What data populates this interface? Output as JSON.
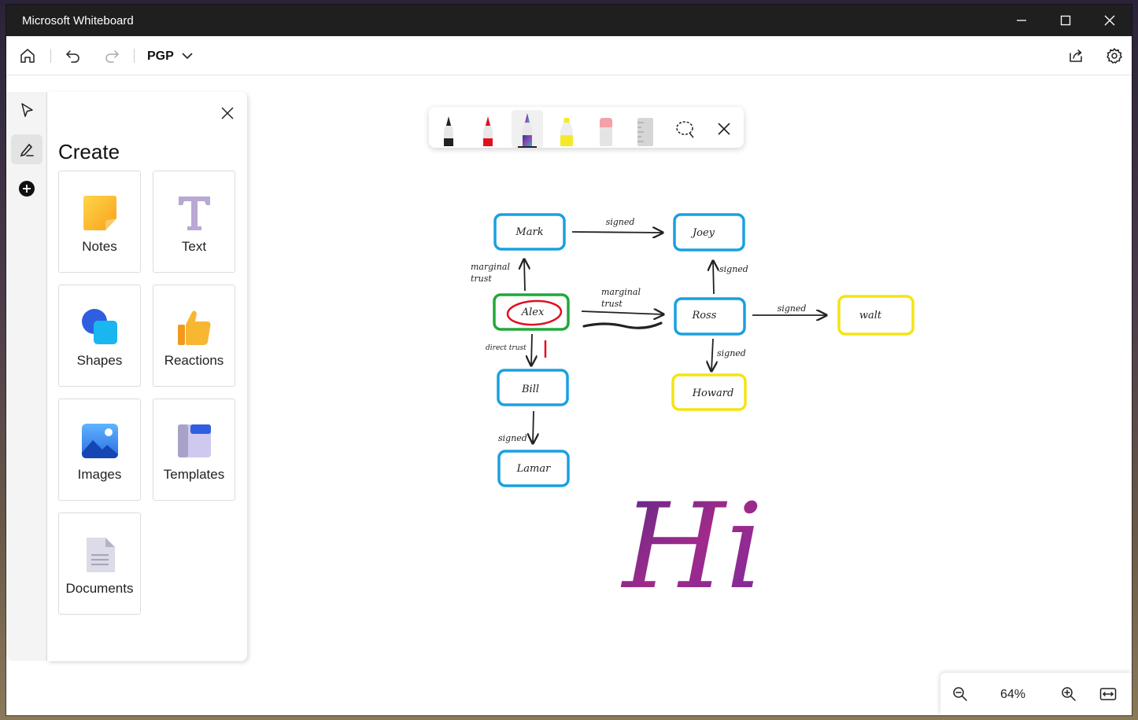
{
  "window": {
    "title": "Microsoft Whiteboard"
  },
  "toolbar": {
    "board_name": "PGP"
  },
  "panel": {
    "title": "Create",
    "tiles": [
      {
        "label": "Notes",
        "icon": "sticky-note-icon"
      },
      {
        "label": "Text",
        "icon": "text-icon"
      },
      {
        "label": "Shapes",
        "icon": "shapes-icon"
      },
      {
        "label": "Reactions",
        "icon": "thumbs-up-icon"
      },
      {
        "label": "Images",
        "icon": "image-icon"
      },
      {
        "label": "Templates",
        "icon": "templates-icon"
      },
      {
        "label": "Documents",
        "icon": "document-icon"
      }
    ]
  },
  "pens": [
    {
      "name": "black-pen",
      "color": "#222222"
    },
    {
      "name": "red-pen",
      "color": "#e01020"
    },
    {
      "name": "galaxy-pen",
      "color": "#6a4fa0",
      "selected": true
    },
    {
      "name": "yellow-highlighter",
      "color": "#f5ea2a"
    },
    {
      "name": "eraser",
      "color": "#f4a0a8"
    },
    {
      "name": "ruler",
      "color": "#d6d6d6"
    }
  ],
  "diagram": {
    "nodes": [
      {
        "id": "mark",
        "label": "Mark",
        "color": "#1aa0e0"
      },
      {
        "id": "joey",
        "label": "Joey",
        "color": "#1aa0e0"
      },
      {
        "id": "alex",
        "label": "Alex",
        "color": "#22a83a"
      },
      {
        "id": "ross",
        "label": "Ross",
        "color": "#1aa0e0"
      },
      {
        "id": "walt",
        "label": "walt",
        "color": "#f4e413"
      },
      {
        "id": "bill",
        "label": "Bill",
        "color": "#1aa0e0"
      },
      {
        "id": "howard",
        "label": "Howard",
        "color": "#f4e413"
      },
      {
        "id": "lamar",
        "label": "Lamar",
        "color": "#1aa0e0"
      }
    ],
    "edges": [
      {
        "from": "mark",
        "to": "joey",
        "label": "signed"
      },
      {
        "from": "alex",
        "to": "mark",
        "label_line1": "marginal",
        "label_line2": "trust"
      },
      {
        "from": "alex",
        "to": "ross",
        "label_line1": "marginal",
        "label_line2": "trust"
      },
      {
        "from": "ross",
        "to": "joey",
        "label": "signed"
      },
      {
        "from": "ross",
        "to": "walt",
        "label": "signed"
      },
      {
        "from": "ross",
        "to": "howard",
        "label": "signed"
      },
      {
        "from": "alex",
        "to": "bill",
        "label": "direct trust"
      },
      {
        "from": "bill",
        "to": "lamar",
        "label": "signed"
      }
    ],
    "ink_text": "Hi",
    "accent_red": "#e01020",
    "ink_color": "#8a2a9a"
  },
  "zoom": {
    "value": "64%"
  }
}
